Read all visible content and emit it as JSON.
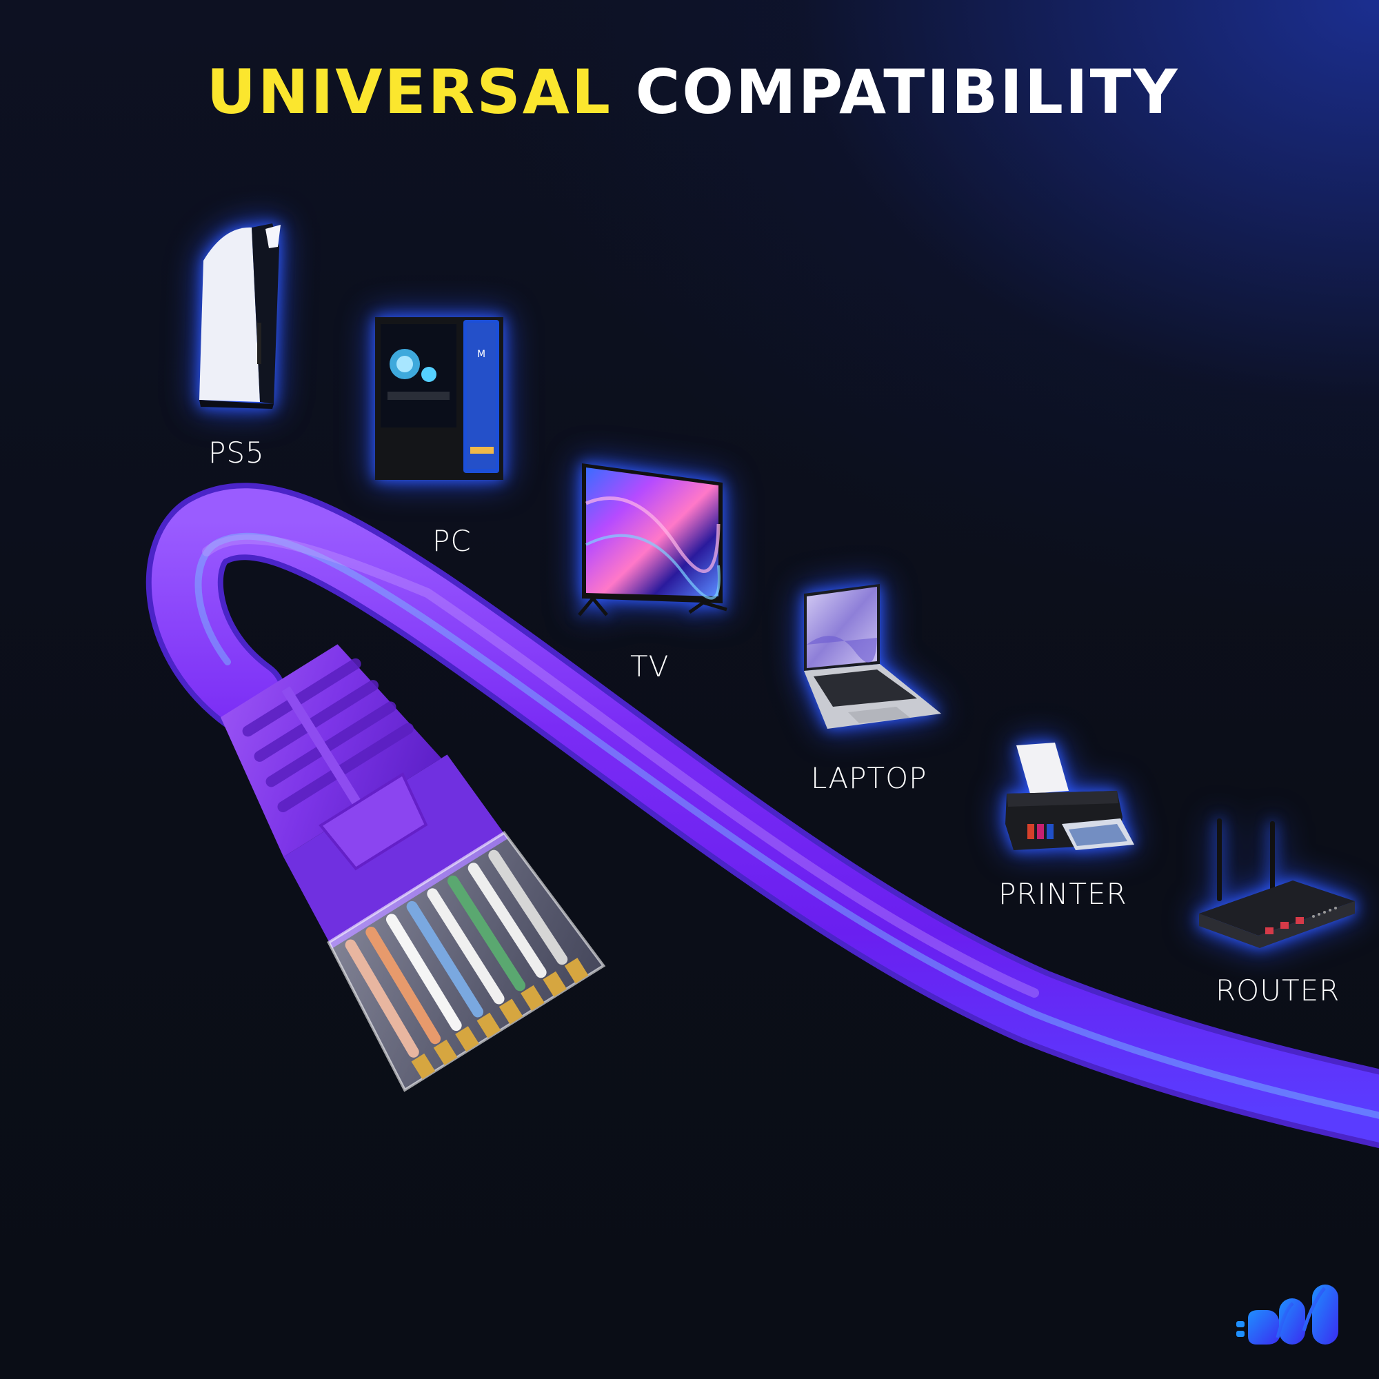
{
  "header": {
    "title_highlight": "UNIVERSAL",
    "title_rest": "COMPATIBILITY"
  },
  "devices": [
    {
      "label": "PS5",
      "icon": "game-console-icon"
    },
    {
      "label": "PC",
      "icon": "desktop-tower-icon"
    },
    {
      "label": "TV",
      "icon": "television-icon"
    },
    {
      "label": "LAPTOP",
      "icon": "laptop-icon"
    },
    {
      "label": "PRINTER",
      "icon": "printer-icon"
    },
    {
      "label": "ROUTER",
      "icon": "router-icon"
    }
  ],
  "product": {
    "item": "ethernet-cable-rj45-connector",
    "cable_color": "#7a2cf5"
  },
  "colors": {
    "background": "#0b0e18",
    "background_glow": "#1c3096",
    "title_highlight": "#fbe62e",
    "title_text": "#ffffff",
    "device_glow": "#2f5bff",
    "logo_gradient_start": "#1f8fff",
    "logo_gradient_end": "#3a2cf0"
  },
  "brand": {
    "logo": "brand-logo-icon"
  }
}
